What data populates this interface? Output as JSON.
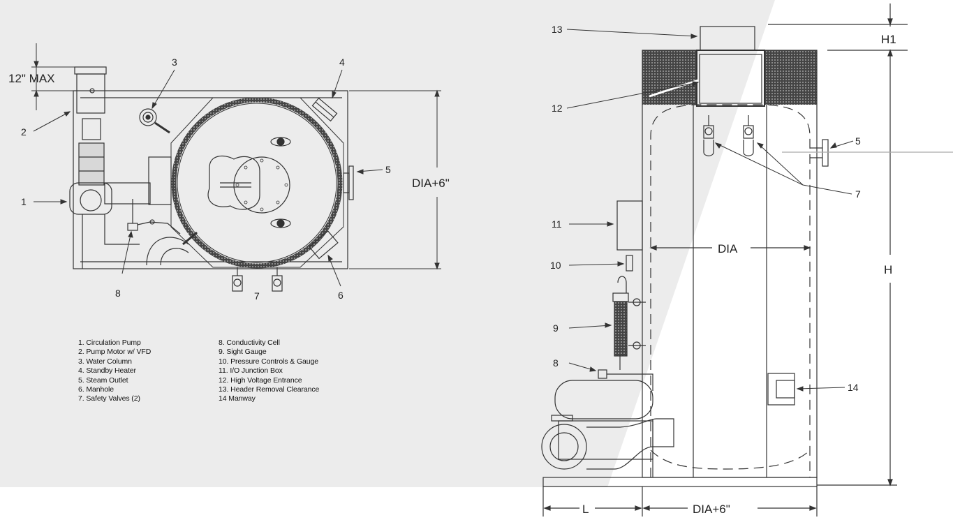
{
  "top_view": {
    "callouts": [
      "1",
      "2",
      "3",
      "4",
      "5",
      "6",
      "7",
      "8"
    ],
    "dimensions": {
      "max_height": "12\" MAX",
      "depth": "DIA+6\""
    }
  },
  "side_view": {
    "callouts": [
      "5",
      "7",
      "8",
      "9",
      "10",
      "11",
      "12",
      "13",
      "14"
    ],
    "dimensions": {
      "h1": "H1",
      "h": "H",
      "dia": "DIA",
      "l": "L",
      "width": "DIA+6\""
    }
  },
  "legend": {
    "left": [
      "1. Circulation Pump",
      "2. Pump  Motor w/ VFD",
      "3. Water Column",
      "4. Standby Heater",
      "5. Steam Outlet",
      "6. Manhole",
      "7. Safety Valves (2)"
    ],
    "right": [
      "8. Conductivity Cell",
      "9. Sight Gauge",
      "10. Pressure Controls & Gauge",
      "11. I/O Junction Box",
      "12. High Voltage Entrance",
      "13. Header Removal Clearance",
      "14 Manway"
    ]
  },
  "colors": {
    "background_panel": "#ececec",
    "line": "#333333"
  }
}
